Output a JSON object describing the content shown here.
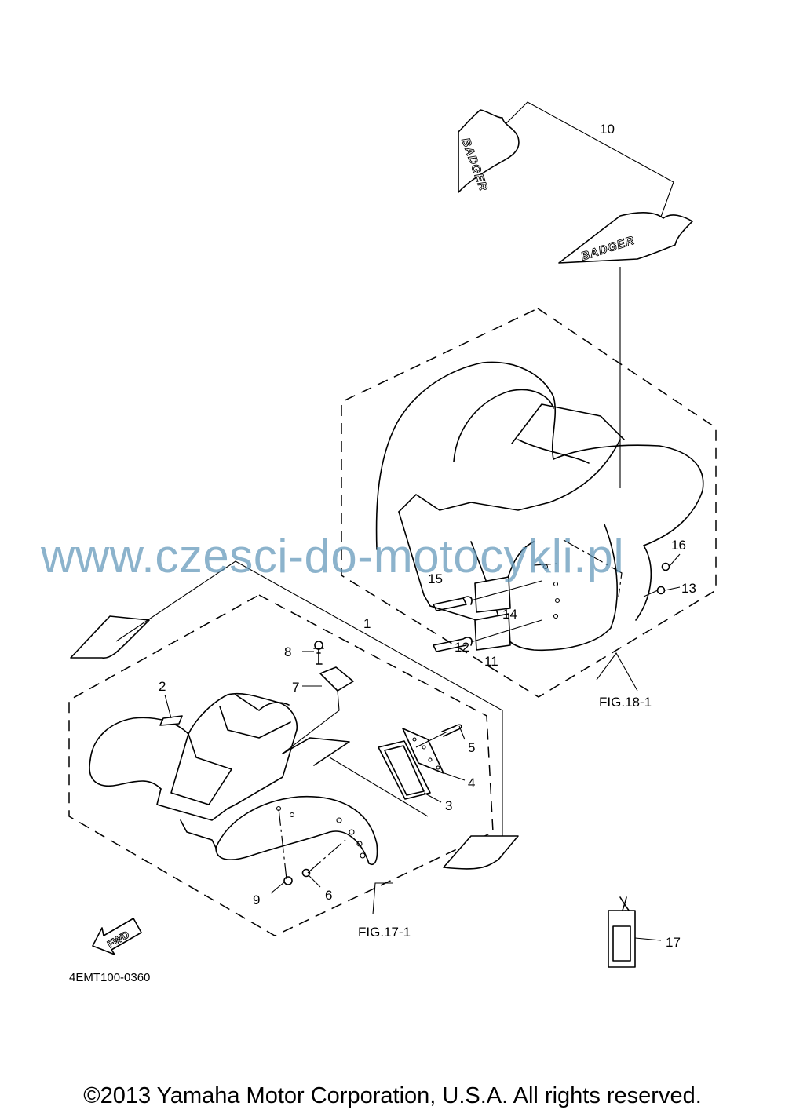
{
  "diagram": {
    "decal_text": "BADGER",
    "fwd_text": "FWD",
    "watermark": "www.czesci-do-motocykli.pl",
    "drawing_code": "4EMT100-0360",
    "fig_refs": {
      "rear": "FIG.18-1",
      "front": "FIG.17-1"
    },
    "parts": {
      "p1": "1",
      "p2": "2",
      "p3": "3",
      "p4": "4",
      "p5": "5",
      "p6": "6",
      "p7": "7",
      "p8": "8",
      "p9": "9",
      "p10": "10",
      "p11": "11",
      "p12": "12",
      "p13": "13",
      "p14": "14",
      "p15": "15",
      "p16": "16",
      "p17": "17"
    }
  },
  "copyright": "©2013 Yamaha Motor Corporation, U.S.A. All rights reserved."
}
